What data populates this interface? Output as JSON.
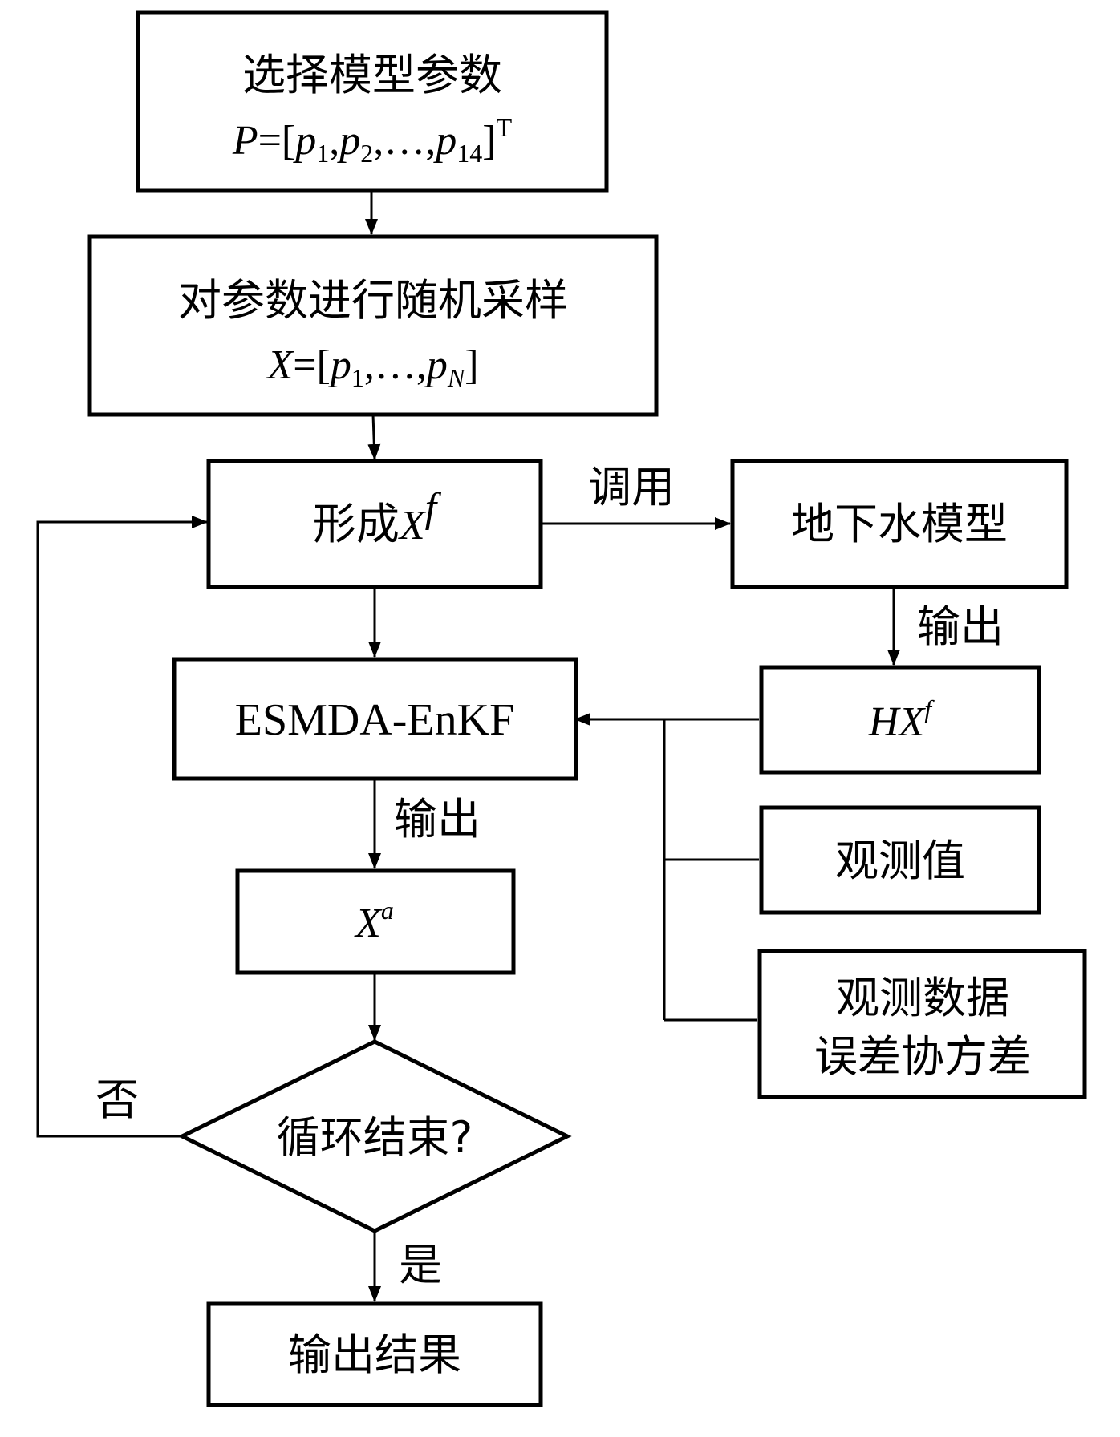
{
  "nodes": {
    "select_params": {
      "title": "选择模型参数",
      "formula": {
        "lhs": "P",
        "eq": "=[",
        "p": "p",
        "s1": "1",
        "s2": "2",
        "dots": ",…,",
        "s14": "14",
        "close": "]",
        "sup": "T"
      }
    },
    "sampling": {
      "title": "对参数进行随机采样",
      "formula": {
        "lhs": "X",
        "eq": "=[",
        "p": "p",
        "s1": "1",
        "dots": ",…,",
        "sN": "N",
        "close": "]"
      }
    },
    "form_xf": {
      "text": "形成",
      "var": "X",
      "sup": "f"
    },
    "gw_model": {
      "text": "地下水模型"
    },
    "hxf": {
      "var": "HX",
      "sup": "f"
    },
    "esmda": {
      "text": "ESMDA-EnKF"
    },
    "obs": {
      "text": "观测值"
    },
    "obs_cov": {
      "line1": "观测数据",
      "line2": "误差协方差"
    },
    "xa": {
      "var": "X",
      "sup": "a"
    },
    "loop": {
      "text": "循环结束?"
    },
    "result": {
      "text": "输出结果"
    }
  },
  "edge_labels": {
    "call": "调用",
    "output_model": "输出",
    "output_esmda": "输出",
    "no": "否",
    "yes": "是"
  }
}
